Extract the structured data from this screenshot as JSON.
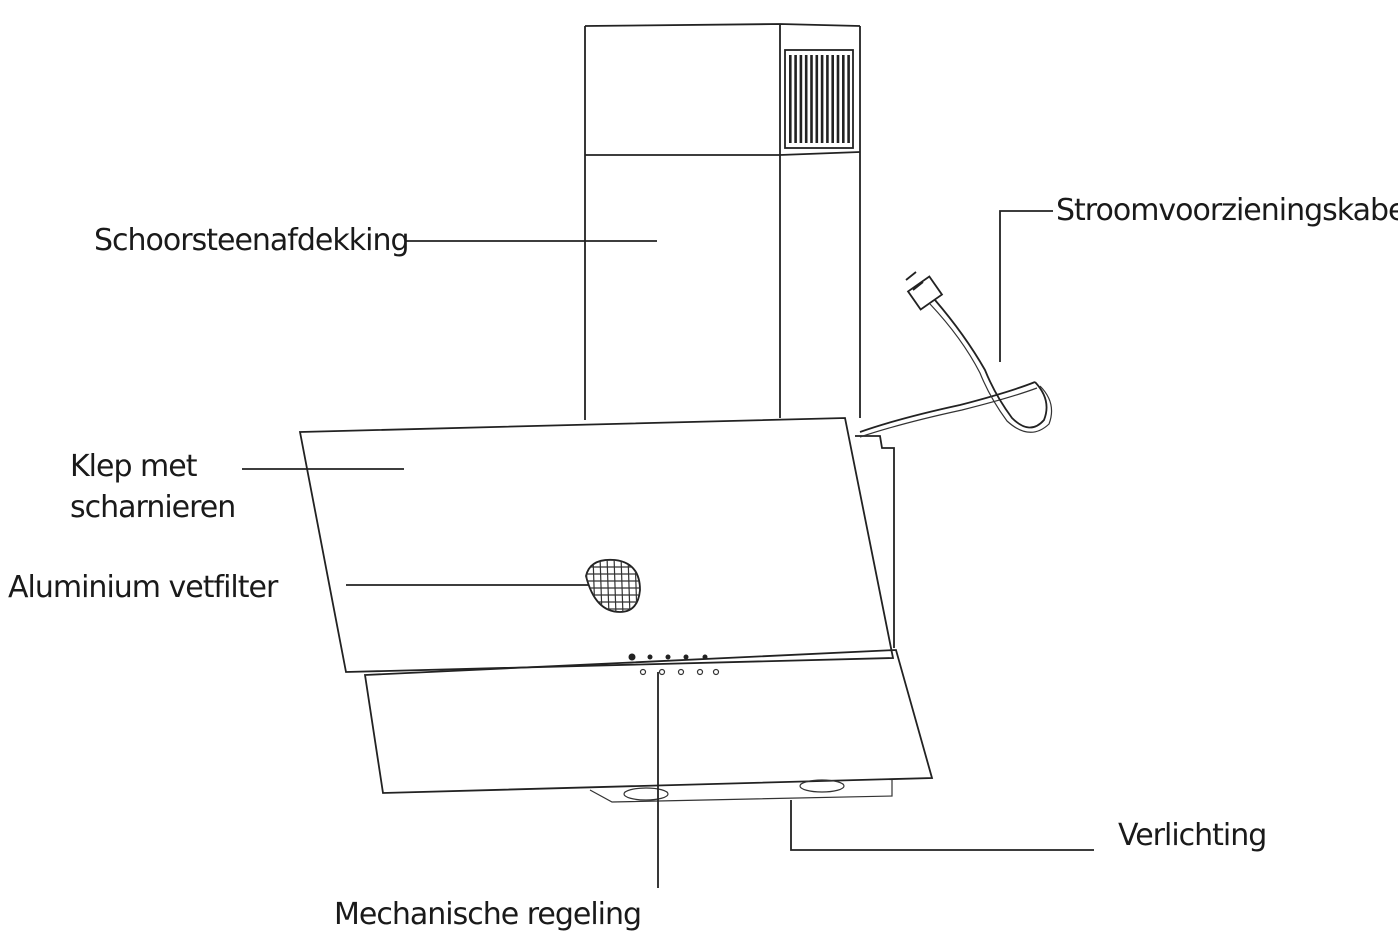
{
  "labels": {
    "chimney_cover": "Schoorsteenafdekking",
    "power_cable": "Stroomvoorzieningskabel",
    "hinged_flap_line1": "Klep met",
    "hinged_flap_line2": "scharnieren",
    "grease_filter": "Aluminium vetfilter",
    "lighting": "Verlichting",
    "mechanical_control": "Mechanische regeling"
  },
  "colors": {
    "line": "#222222",
    "text": "#1a1a1a",
    "background": "#ffffff"
  }
}
